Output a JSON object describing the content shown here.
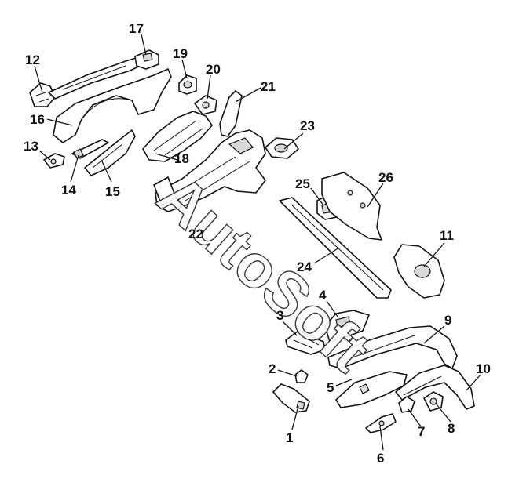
{
  "watermark": "AutoSoft",
  "callouts": [
    {
      "id": "1",
      "text": "1"
    },
    {
      "id": "2",
      "text": "2"
    },
    {
      "id": "3",
      "text": "3"
    },
    {
      "id": "4",
      "text": "4"
    },
    {
      "id": "5",
      "text": "5"
    },
    {
      "id": "6",
      "text": "6"
    },
    {
      "id": "7",
      "text": "7"
    },
    {
      "id": "8",
      "text": "8"
    },
    {
      "id": "9",
      "text": "9"
    },
    {
      "id": "10",
      "text": "10"
    },
    {
      "id": "11",
      "text": "11"
    },
    {
      "id": "12",
      "text": "12"
    },
    {
      "id": "13",
      "text": "13"
    },
    {
      "id": "14",
      "text": "14"
    },
    {
      "id": "15",
      "text": "15"
    },
    {
      "id": "16",
      "text": "16"
    },
    {
      "id": "17",
      "text": "17"
    },
    {
      "id": "18",
      "text": "18"
    },
    {
      "id": "19",
      "text": "19"
    },
    {
      "id": "20",
      "text": "20"
    },
    {
      "id": "21",
      "text": "21"
    },
    {
      "id": "22",
      "text": "22"
    },
    {
      "id": "23",
      "text": "23"
    },
    {
      "id": "24",
      "text": "24"
    },
    {
      "id": "25",
      "text": "25"
    },
    {
      "id": "26",
      "text": "26"
    }
  ]
}
